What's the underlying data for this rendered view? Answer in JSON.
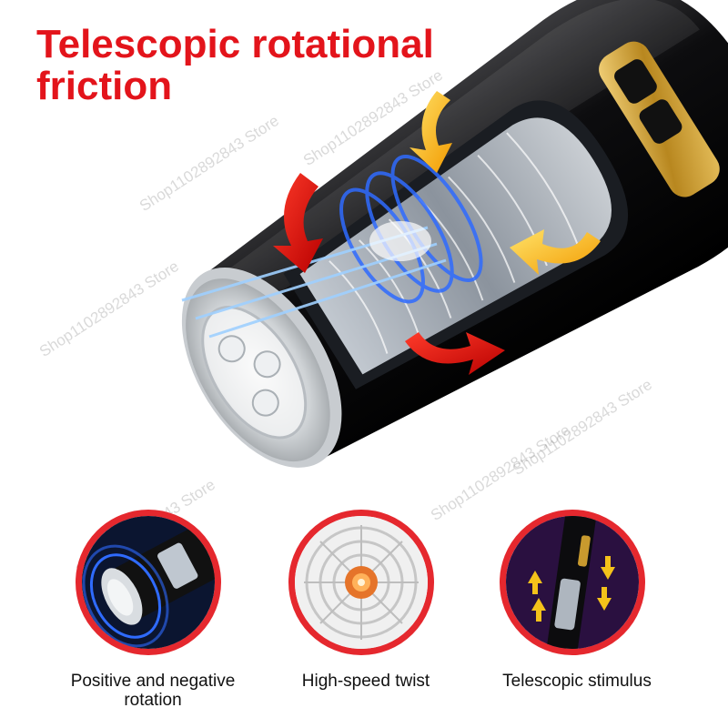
{
  "headline": {
    "line1": "Telescopic rotational",
    "line2": "friction"
  },
  "watermark": "Shop1102892843 Store",
  "features": [
    {
      "caption_line1": "Positive and negative",
      "caption_line2": "rotation",
      "icon": "rotation-icon"
    },
    {
      "caption_line1": "High-speed twist",
      "caption_line2": "",
      "icon": "twist-icon"
    },
    {
      "caption_line1": "Telescopic stimulus",
      "caption_line2": "",
      "icon": "telescopic-arrows-icon"
    }
  ],
  "colors": {
    "headline": "#e3141b",
    "accent_ring": "#e5282e",
    "body_black": "#0b0b0c",
    "gold": "#c89a2e",
    "energy_blue": "#2f6bff"
  }
}
